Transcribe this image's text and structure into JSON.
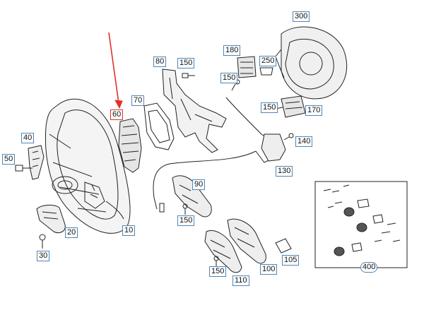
{
  "diagram": {
    "highlight_color": "#e0312b",
    "label_color": "#4f86b8",
    "callouts": {
      "c300": "300",
      "c180": "180",
      "c250": "250",
      "c80": "80",
      "c150a": "150",
      "c150b": "150",
      "c70": "70",
      "c150c": "150",
      "c170": "170",
      "c60": "60",
      "c40": "40",
      "c50": "50",
      "c140": "140",
      "c130": "130",
      "c90": "90",
      "c20": "20",
      "c150d": "150",
      "c10": "10",
      "c30": "30",
      "c150e": "150",
      "c100": "100",
      "c105": "105",
      "c110": "110",
      "c400": "400"
    }
  }
}
